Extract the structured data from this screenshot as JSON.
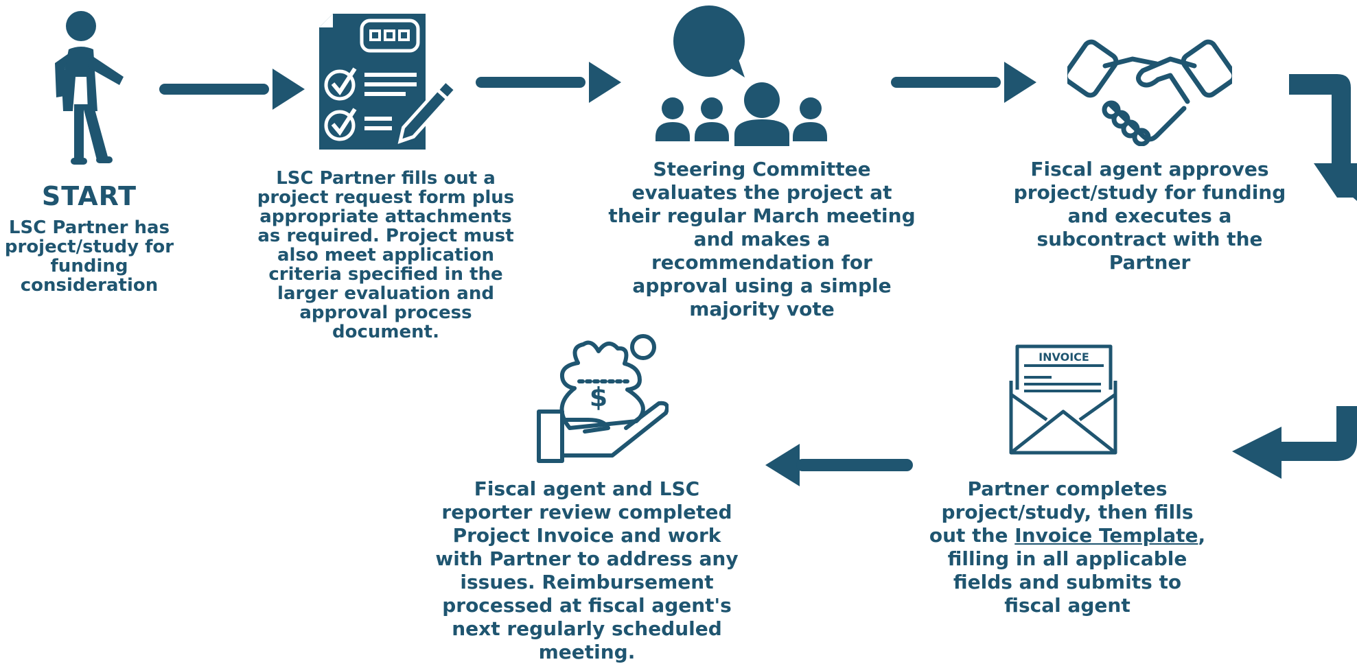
{
  "colors": {
    "primary": "#1f5570",
    "background": "#ffffff"
  },
  "steps": {
    "start": {
      "icon": "person-walking-icon",
      "title": "START",
      "text": "LSC Partner has project/study for funding consideration"
    },
    "request_form": {
      "icon": "form-checklist-pencil-icon",
      "text": "LSC Partner fills out a project request form plus appropriate attachments as required. Project must also meet application criteria specified in the larger evaluation and approval process document."
    },
    "committee": {
      "icon": "group-speech-bubble-icon",
      "text": "Steering Committee evaluates the project at their regular March meeting and makes a recommendation for approval using a simple majority vote"
    },
    "fiscal_approval": {
      "icon": "handshake-icon",
      "text": "Fiscal agent approves project/study for funding and executes a subcontract with the Partner"
    },
    "invoice": {
      "icon": "invoice-envelope-icon",
      "icon_label": "INVOICE",
      "text_before": "Partner completes project/study, then fills out the ",
      "link": "Invoice Template",
      "text_after": ", filling in all applicable fields and submits to fiscal agent"
    },
    "reimbursement": {
      "icon": "money-bag-hand-icon",
      "icon_symbol": "$",
      "text": "Fiscal agent and LSC reporter review completed Project Invoice and work with Partner to address any issues. Reimbursement  processed at fiscal agent's next regularly scheduled meeting."
    }
  }
}
